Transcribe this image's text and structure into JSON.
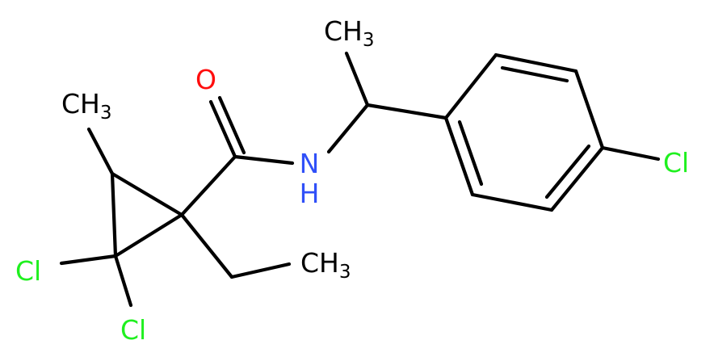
{
  "molecule": {
    "labels": {
      "oxygen": "O",
      "nitrogen": "N",
      "hydrogen": "H",
      "methyl_top": "CH",
      "methyl_top_sub": "3",
      "methyl_left": "CH",
      "methyl_left_sub": "3",
      "ethyl_end": "CH",
      "ethyl_end_sub": "3",
      "chlorine_aryl": "Cl",
      "chlorine_left": "Cl",
      "chlorine_bottom": "Cl"
    },
    "colors": {
      "bond": "#000000",
      "carbon_text": "#000000",
      "oxygen": "#ff0d0d",
      "nitrogen": "#3050f8",
      "chlorine": "#1ff01f"
    }
  }
}
